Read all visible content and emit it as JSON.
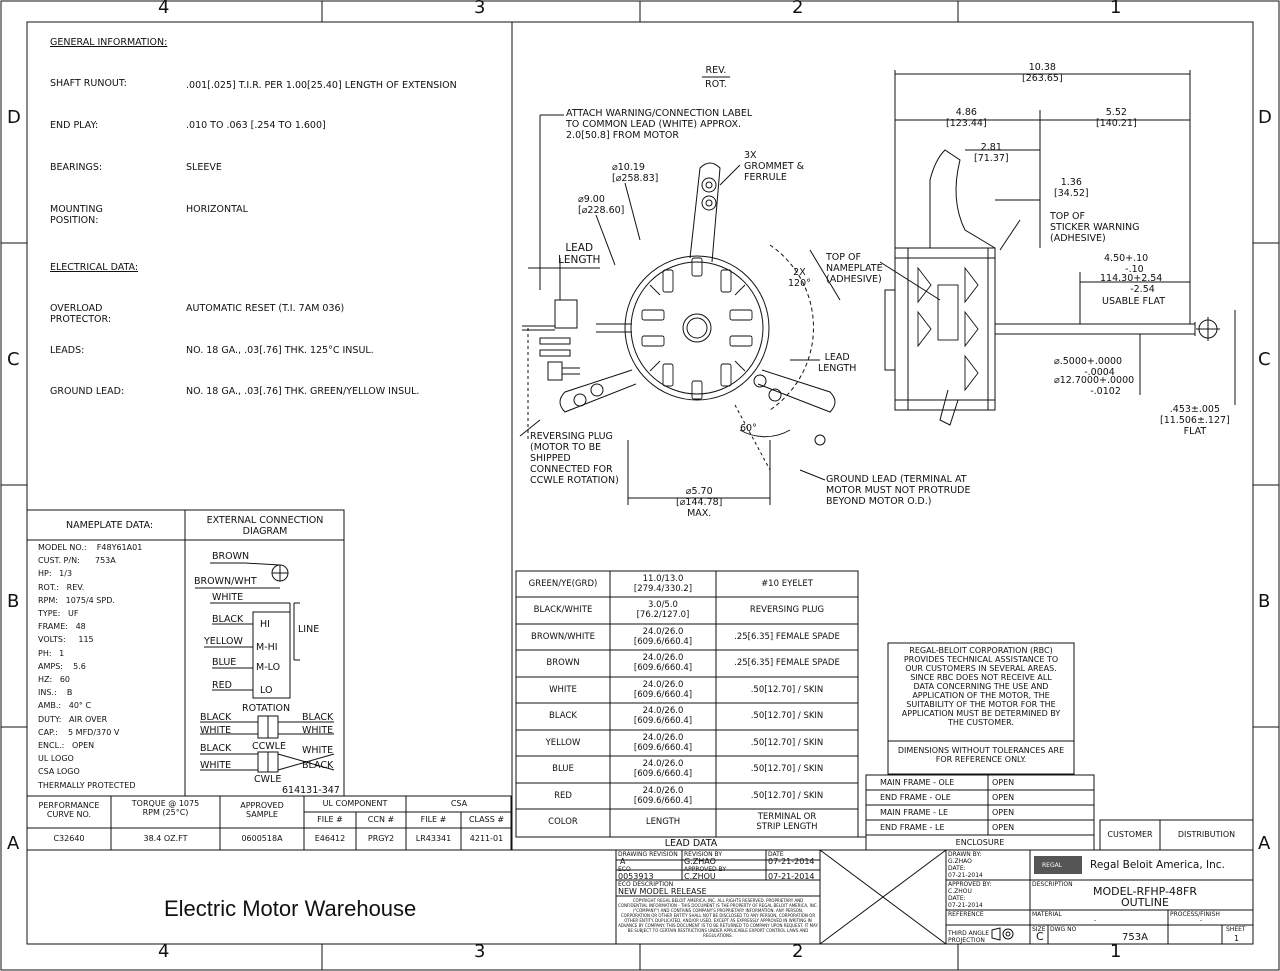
{
  "border": {
    "columns_top": [
      "4",
      "3",
      "2",
      "1"
    ],
    "columns_bottom": [
      "4",
      "3",
      "2",
      "1"
    ],
    "rows_left": [
      "D",
      "C",
      "B",
      "A"
    ],
    "rows_right": [
      "D",
      "C",
      "B",
      "A"
    ]
  },
  "general_info": {
    "heading": "GENERAL INFORMATION:",
    "rows": [
      {
        "label": "SHAFT RUNOUT:",
        "value": ".001[.025] T.I.R. PER 1.00[25.40] LENGTH OF EXTENSION"
      },
      {
        "label": "END PLAY:",
        "value": ".010 TO .063 [.254 TO 1.600]"
      },
      {
        "label": "BEARINGS:",
        "value": "SLEEVE"
      },
      {
        "label": "MOUNTING\nPOSITION:",
        "value": "HORIZONTAL"
      }
    ],
    "electrical_heading": "ELECTRICAL DATA:",
    "electrical_rows": [
      {
        "label": "OVERLOAD\nPROTECTOR:",
        "value": "AUTOMATIC RESET (T.I. 7AM 036)"
      },
      {
        "label": "LEADS:",
        "value": "NO. 18 GA., .03[.76] THK.   125°C INSUL."
      },
      {
        "label": "GROUND LEAD:",
        "value": "NO. 18 GA., .03[.76] THK. GREEN/YELLOW INSUL."
      }
    ]
  },
  "nameplate": {
    "heading": "NAMEPLATE DATA:",
    "lines": [
      "MODEL NO.:    F48Y61A01",
      "CUST. P/N:      753A",
      "HP:   1/3",
      "ROT.:   REV.",
      "RPM:   1075/4 SPD.",
      "TYPE:   UF",
      "FRAME:   48",
      "VOLTS:     115",
      "PH:   1",
      "AMPS:    5.6",
      "HZ:   60",
      "INS.:    B",
      "AMB.:   40° C",
      "DUTY:   AIR OVER",
      "CAP.:    5 MFD/370 V",
      "ENCL.:   OPEN",
      "UL LOGO",
      "CSA LOGO",
      "THERMALLY PROTECTED"
    ]
  },
  "connection": {
    "heading": "EXTERNAL CONNECTION\nDIAGRAM",
    "brown": "BROWN",
    "brown_wht": "BROWN/WHT",
    "white": "WHITE",
    "taps": [
      {
        "wire": "BLACK",
        "tap": "HI"
      },
      {
        "wire": "YELLOW",
        "tap": "M-HI"
      },
      {
        "wire": "BLUE",
        "tap": "M-LO"
      },
      {
        "wire": "RED",
        "tap": "LO"
      }
    ],
    "line": "LINE",
    "rotation": "ROTATION",
    "ccwle_left": [
      "BLACK",
      "WHITE"
    ],
    "ccwle_right": [
      "BLACK",
      "WHITE"
    ],
    "ccwle": "CCWLE",
    "cwle_left": [
      "BLACK",
      "WHITE"
    ],
    "cwle_right": [
      "WHITE",
      "BLACK"
    ],
    "cwle": "CWLE",
    "part_no": "614131-347"
  },
  "performance": {
    "headers": [
      "PERFORMANCE\nCURVE NO.",
      "TORQUE @ 1075\nRPM (25°C)",
      "APPROVED\nSAMPLE",
      "UL COMPONENT",
      "CSA"
    ],
    "sub_headers": [
      "FILE #",
      "CCN #",
      "FILE #",
      "CLASS #"
    ],
    "values": [
      "C32640",
      "38.4 OZ.FT",
      "0600518A",
      "E46412",
      "PRGY2",
      "LR43341",
      "4211-01"
    ]
  },
  "lead_data": {
    "rows": [
      [
        "GREEN/YE(GRD)",
        "11.0/13.0\n[279.4/330.2]",
        "#10 EYELET"
      ],
      [
        "BLACK/WHITE",
        "3.0/5.0\n[76.2/127.0]",
        "REVERSING PLUG"
      ],
      [
        "BROWN/WHITE",
        "24.0/26.0\n[609.6/660.4]",
        ".25[6.35] FEMALE SPADE"
      ],
      [
        "BROWN",
        "24.0/26.0\n[609.6/660.4]",
        ".25[6.35] FEMALE SPADE"
      ],
      [
        "WHITE",
        "24.0/26.0\n[609.6/660.4]",
        ".50[12.70] / SKIN"
      ],
      [
        "BLACK",
        "24.0/26.0\n[609.6/660.4]",
        ".50[12.70] / SKIN"
      ],
      [
        "YELLOW",
        "24.0/26.0\n[609.6/660.4]",
        ".50[12.70] / SKIN"
      ],
      [
        "BLUE",
        "24.0/26.0\n[609.6/660.4]",
        ".50[12.70] / SKIN"
      ],
      [
        "RED",
        "24.0/26.0\n[609.6/660.4]",
        ".50[12.70] / SKIN"
      ],
      [
        "COLOR",
        "LENGTH",
        "TERMINAL OR\nSTRIP LENGTH"
      ]
    ],
    "caption": "LEAD DATA"
  },
  "disclaimer": {
    "text": "REGAL-BELOIT CORPORATION (RBC)\nPROVIDES TECHNICAL ASSISTANCE TO\nOUR CUSTOMERS IN SEVERAL AREAS.\nSINCE RBC DOES NOT RECEIVE ALL\nDATA CONCERNING THE USE AND\nAPPLICATION OF THE MOTOR, THE\nSUITABILITY OF THE MOTOR FOR THE\nAPPLICATION MUST BE DETERMINED BY\nTHE CUSTOMER.",
    "tolerance": "DIMENSIONS WITHOUT TOLERANCES ARE\nFOR REFERENCE ONLY."
  },
  "enclosure": {
    "rows": [
      [
        "MAIN FRAME - OLE",
        "OPEN"
      ],
      [
        "END FRAME - OLE",
        "OPEN"
      ],
      [
        "MAIN FRAME - LE",
        "OPEN"
      ],
      [
        "END FRAME - LE",
        "OPEN"
      ]
    ],
    "caption": "ENCLOSURE"
  },
  "customer_dist": [
    "CUSTOMER",
    "DISTRIBUTION"
  ],
  "title_block": {
    "drawing_revision_label": "DRAWING REVISION",
    "drawing_revision": "A",
    "revision_by_label": "REVISION BY",
    "revision_by": "G.ZHAO",
    "date_label": "DATE",
    "date1": "07-21-2014",
    "eco_label": "ECO",
    "eco": "0053913",
    "approved_by_label": "APPROVED BY",
    "approved_by": "C.ZHOU",
    "date2": "07-21-2014",
    "eco_desc_label": "ECO DESCRIPTION",
    "eco_desc": "NEW MODEL RELEASE",
    "copyright": "COPYRIGHT REGAL BELOIT AMERICA, INC. ALL RIGHTS RESERVED. PROPRIETARY AND CONFIDENTIAL INFORMATION - THIS DOCUMENT IS THE PROPERTY OF REGAL BELOIT AMERICA, INC. (\"COMPANY\") AND CONTAINS COMPANY'S PROPRIETARY INFORMATION. ANY PERSON, CORPORATION OR OTHER ENTITY SHALL NOT BE DISCLOSED TO ANY PERSON, CORPORATION OR OTHER ENTITY. DUPLICATED, AND/OR USED, EXCEPT AS EXPRESSLY APPROVED IN WRITING IN ADVANCE BY COMPANY. THIS DOCUMENT IS TO BE RETURNED TO COMPANY UPON REQUEST. IT MAY BE SUBJECT TO CERTAIN RESTRICTIONS UNDER APPLICABLE EXPORT CONTROL LAWS AND REGULATIONS.",
    "drawn_by_label": "DRAWN BY:",
    "drawn_by": "G.ZHAO",
    "date_a_label": "DATE:",
    "date_a": "07-21-2014",
    "approved_by2_label": "APPROVED BY:",
    "approved_by2": "C.ZHOU",
    "date_b_label": "DATE:",
    "date_b": "07-21-2014",
    "reference_label": "REFERENCE",
    "third_angle": "THIRD ANGLE\nPROJECTION",
    "company_logo": "REGAL",
    "company": "Regal Beloit America, Inc.",
    "description_label": "DESCRIPTION",
    "description": "MODEL-RFHP-48FR\nOUTLINE",
    "material_label": "MATERIAL",
    "material": "-",
    "process_label": "PROCESS/FINISH",
    "process": "-",
    "size_label": "SIZE",
    "size": "C",
    "dwg_no_label": "DWG NO",
    "dwg_no": "753A",
    "sheet_label": "SHEET",
    "sheet": "1"
  },
  "watermark": "Electric Motor Warehouse",
  "drawing_notes": {
    "rev_rot": [
      "REV.",
      "ROT."
    ],
    "warning_label": "ATTACH WARNING/CONNECTION LABEL\nTO COMMON LEAD (WHITE) APPROX.\n2.0[50.8] FROM MOTOR",
    "dia_1019": "⌀10.19\n[⌀258.83]",
    "dia_900": "⌀9.00\n[⌀228.60]",
    "grommet": "3X\nGROMMET &\nFERRULE",
    "lead_length_1": "LEAD\nLENGTH",
    "angle_2x": "2X\n120°",
    "lead_length_2": "LEAD\nLENGTH",
    "angle_60": "60°",
    "reversing_plug": "REVERSING PLUG\n(MOTOR TO BE\nSHIPPED\nCONNECTED FOR\nCCWLE ROTATION)",
    "ground_lead": "GROUND LEAD (TERMINAL AT\nMOTOR MUST NOT PROTRUDE\nBEYOND MOTOR O.D.)",
    "dia_570": "⌀5.70\n[⌀144.78]\nMAX.",
    "dim_1038": "10.38\n[263.65]",
    "dim_486": "4.86\n[123.44]",
    "dim_552": "5.52\n[140.21]",
    "dim_281": "2.81\n[71.37]",
    "dim_136": "1.36\n[34.52]",
    "sticker": "TOP OF\nSTICKER WARNING\n(ADHESIVE)",
    "nameplate_top": "TOP OF\nNAMEPLATE\n(ADHESIVE)",
    "dim_450": "4.50+.10\n       -.10",
    "dim_114": "114.30+2.54\n          -2.54",
    "usable_flat": "USABLE FLAT",
    "dim_5000": "⌀.5000+.0000\n          -.0004",
    "dim_12700": "⌀12.7000+.0000\n            -.0102",
    "dim_453": ".453±.005\n[11.506±.127]\nFLAT"
  }
}
